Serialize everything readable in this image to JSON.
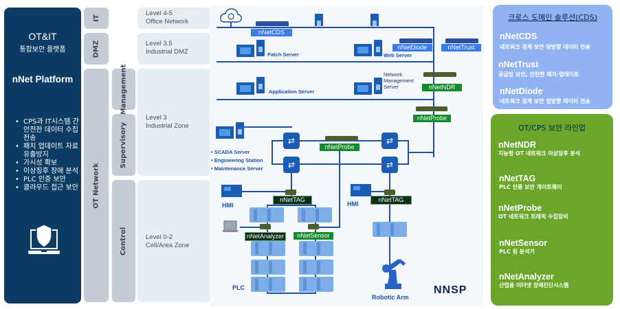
{
  "left_panel": {
    "title": "OT&IT",
    "subtitle": "통합보안 플랫폼",
    "platform": "nNet Platform",
    "features": [
      "CPS과 IT시스템 간 안전한 데이터 수집 전송",
      "패치 업데이트 자료 유출방지",
      "가시성 확보",
      "이상징후 장애 분석",
      "PLC 인증 보안",
      "클라우드 접근 보안"
    ],
    "icon": "laptop-shield-icon"
  },
  "zones": {
    "it": "IT",
    "dmz": "DMZ",
    "ot_network": "OT Network",
    "management": "Management",
    "supervisory": "Supervisory",
    "control": "Control"
  },
  "levels": [
    {
      "level": "Level 4-5",
      "name": "Office Network"
    },
    {
      "level": "Level 3.5",
      "name": "Industrial DMZ"
    },
    {
      "level": "Level 3",
      "name": "Industrial Zone"
    },
    {
      "level": "Level 0-2",
      "name": "Cell/Area Zone"
    }
  ],
  "diagram": {
    "servers": {
      "patch": "Patch Server",
      "web": "Web Server",
      "application": "Application Server",
      "nms": "Network Management Server"
    },
    "appliances": {
      "cds": "nNetCDS",
      "diode": "nNetDiode",
      "trust": "nNetTrust",
      "ndr": "nNetNDR",
      "probe_top": "nNetProbe",
      "probe_mid": "nNetProbe",
      "tag_left": "nNetTAG",
      "tag_right": "nNetTAG",
      "analyzer": "nNetAnalyzer",
      "sensor": "nNetSensor"
    },
    "scada_list": [
      "SCADA Server",
      "Engineering Station",
      "Maintenance Server"
    ],
    "hmi_left": "HMI",
    "hmi_right": "HMI",
    "plc": "PLC",
    "robotic_arm": "Robotic Arm",
    "brand": "NNSP"
  },
  "cds_panel": {
    "title": "크로스 도메인 솔루션(CDS)",
    "items": [
      {
        "name": "nNetCDS",
        "desc": "네트워크 경계 보안 양방향 데이터 전송"
      },
      {
        "name": "nNetTrust",
        "desc": "공급망 보안, 안전한 패치·업데이트"
      },
      {
        "name": "nNetDiode",
        "desc": "네트워크 경계 보안 일방향 데이터 전송"
      }
    ]
  },
  "ot_panel": {
    "title": "OT/CPS 보안 라인업",
    "items": [
      {
        "name": "nNetNDR",
        "desc": "지능형 OT 네트워크 이상징후 분석"
      },
      {
        "name": "nNetTAG",
        "desc": "PLC  인증 보안 게이트웨이"
      },
      {
        "name": "nNetProbe",
        "desc": "OT 네트워크 트래픽 수집장비"
      },
      {
        "name": "nNetSensor",
        "desc": "PLC 링 분석기"
      },
      {
        "name": "nNetAnalyzer",
        "desc": "산업용 이더넷 장애진단시스템"
      }
    ]
  },
  "colors": {
    "navy": "#0c3c64",
    "cds_blue": "#92b3f2",
    "ot_green": "#6aa629",
    "line_blue": "#1d4fa3",
    "tag_green": "#138a2c"
  }
}
